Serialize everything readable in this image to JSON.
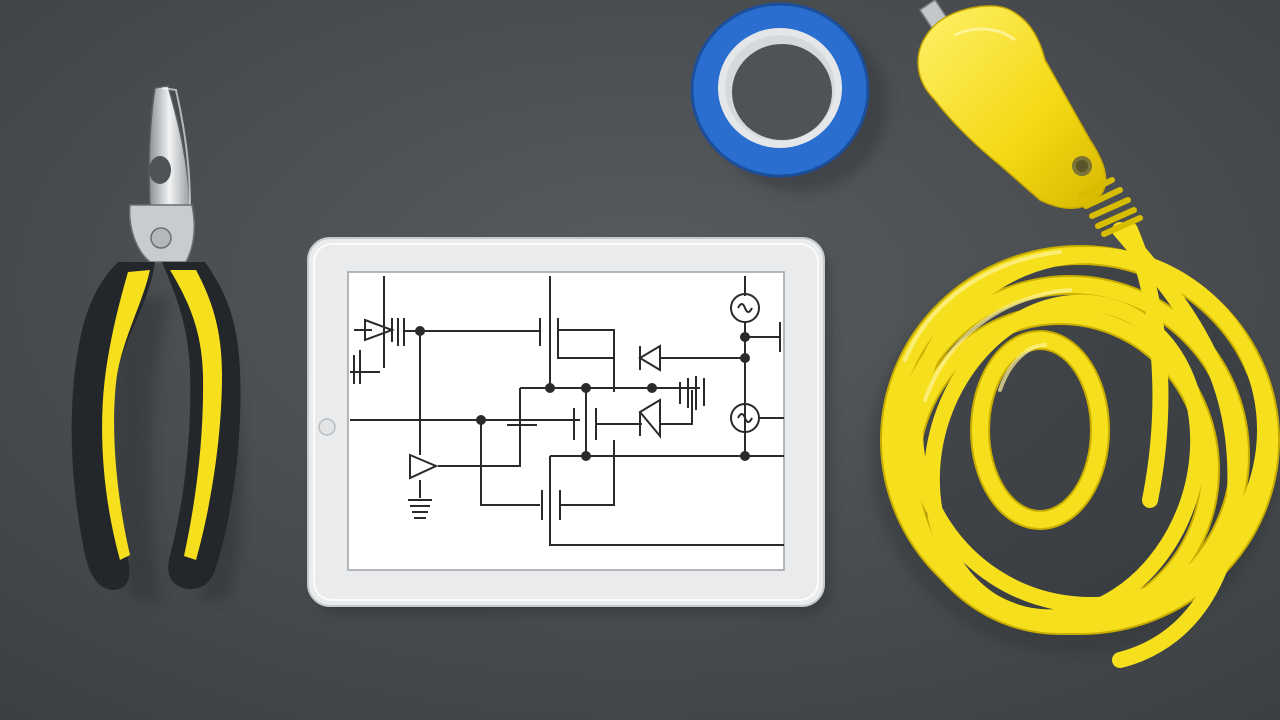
{
  "scene": {
    "subjects": [
      "pliers",
      "electrical-tape",
      "tablet",
      "circuit-schematic",
      "extension-cord"
    ]
  },
  "colors": {
    "background": "#4f5356",
    "background_dark": "#3e4245",
    "accent_yellow": "#f6df1d",
    "grip_black": "#23262a",
    "tape_blue": "#2a6fd0",
    "tablet_frame": "#e9ebec",
    "screen": "#ffffff",
    "schematic_line": "#2a2a2a"
  }
}
